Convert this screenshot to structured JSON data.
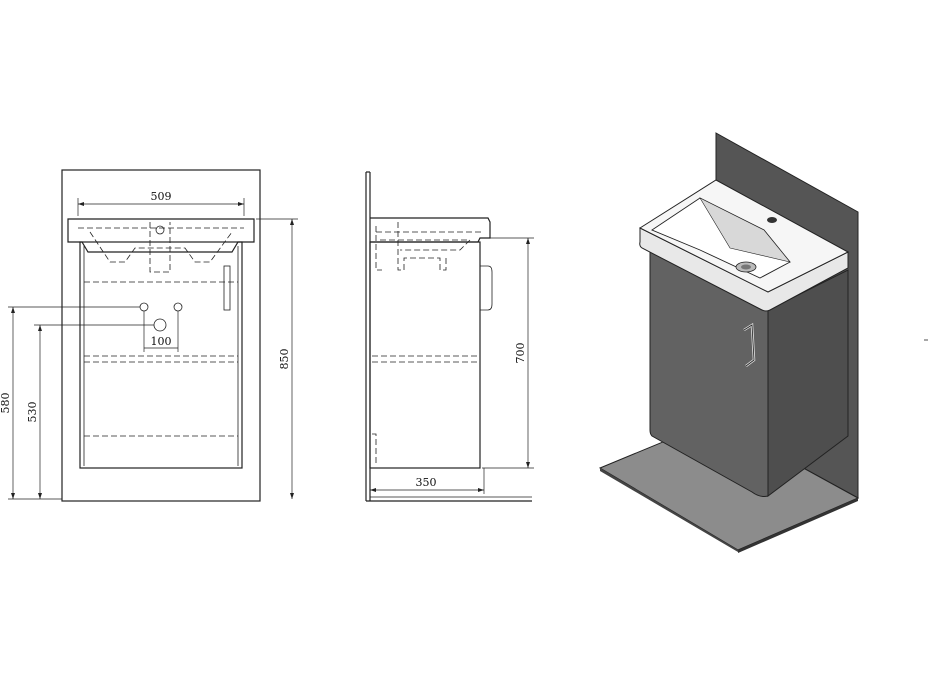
{
  "dimensions": {
    "front_width": "509",
    "hole_spacing": "100",
    "height_580": "580",
    "height_530": "530",
    "total_height": "850",
    "side_height": "700",
    "side_depth": "350"
  },
  "colors": {
    "line": "#222222",
    "iso_cabinet": "#5e5e5e",
    "iso_cabinet_side": "#4a4a4a",
    "iso_wall": "#555555",
    "iso_floor": "#8c8c8c",
    "iso_basin": "#f4f4f4"
  }
}
